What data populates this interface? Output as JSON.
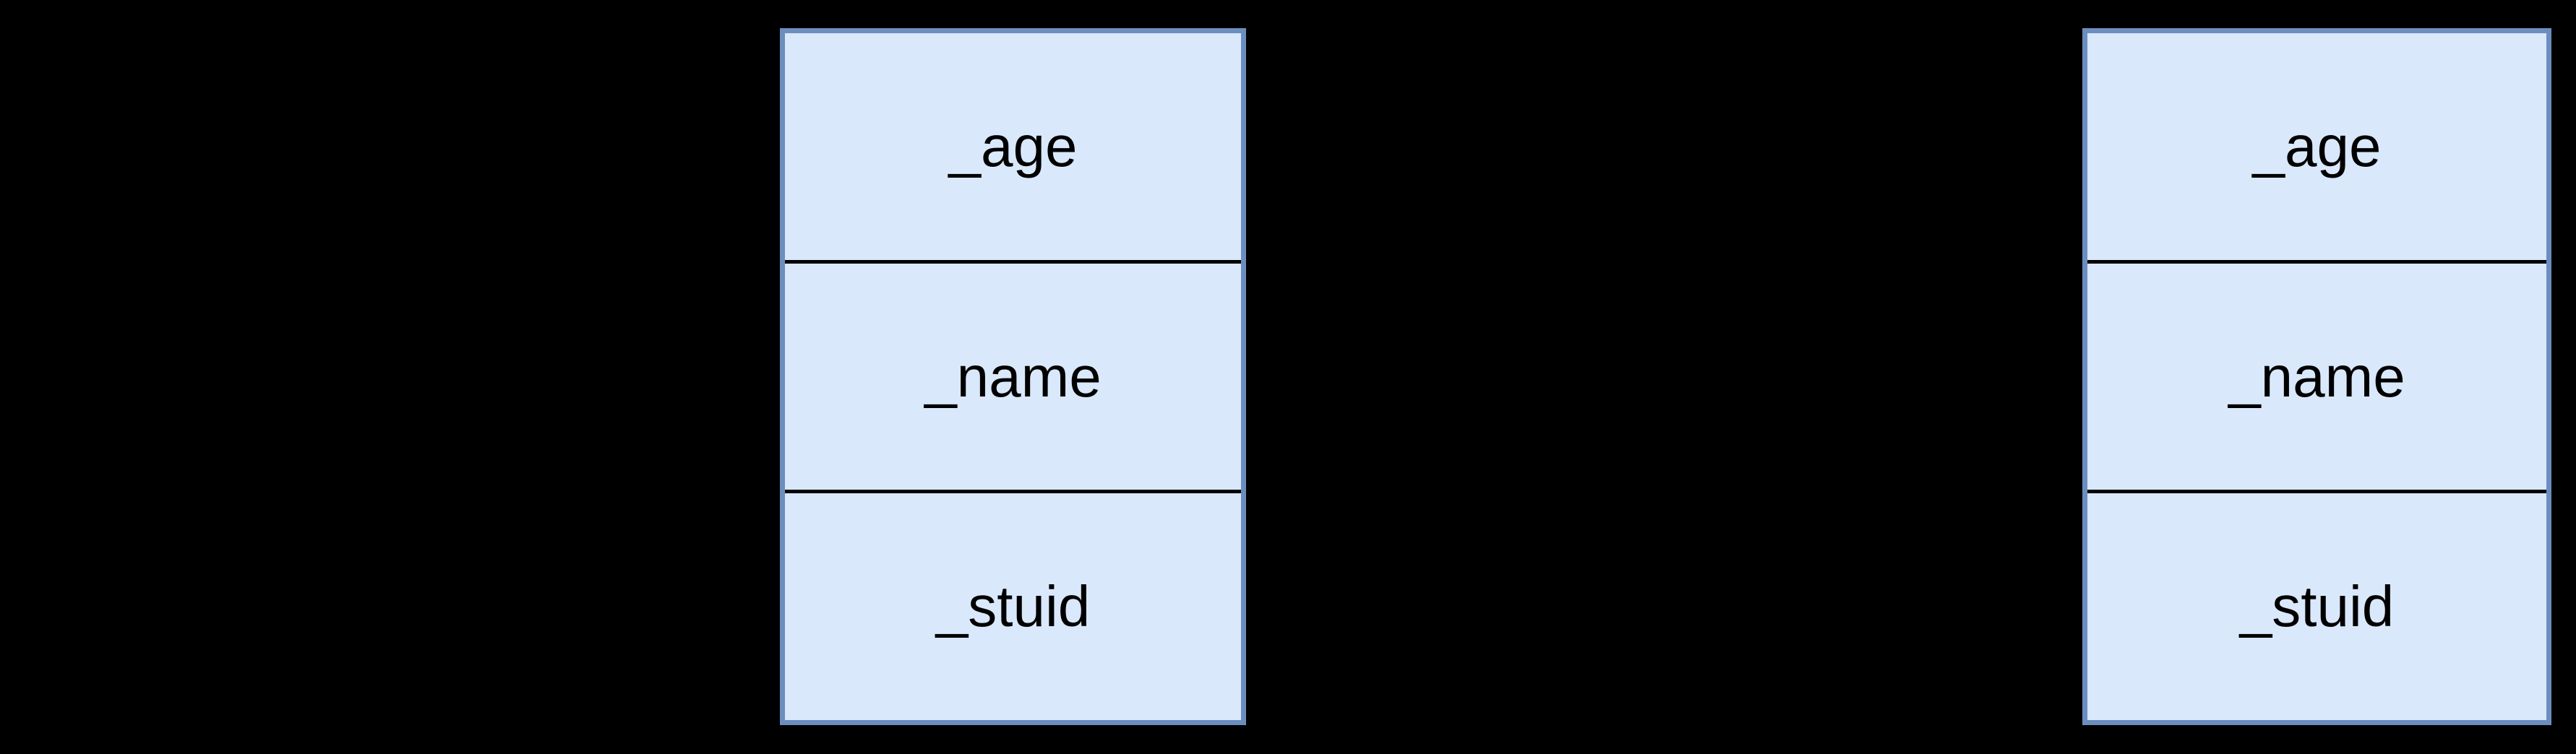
{
  "diagram": {
    "type": "class-member-layout",
    "background_color": "#000000",
    "box_fill_color": "#dae8fc",
    "box_border_color": "#6c8ebf",
    "divider_color": "#000000",
    "text_color": "#000000",
    "boxes": [
      {
        "name": "object-box-1",
        "cells": [
          {
            "label": "_age"
          },
          {
            "label": "_name"
          },
          {
            "label": "_stuid"
          }
        ]
      },
      {
        "name": "object-box-2",
        "cells": [
          {
            "label": "_age"
          },
          {
            "label": "_name"
          },
          {
            "label": "_stuid"
          }
        ]
      }
    ]
  }
}
